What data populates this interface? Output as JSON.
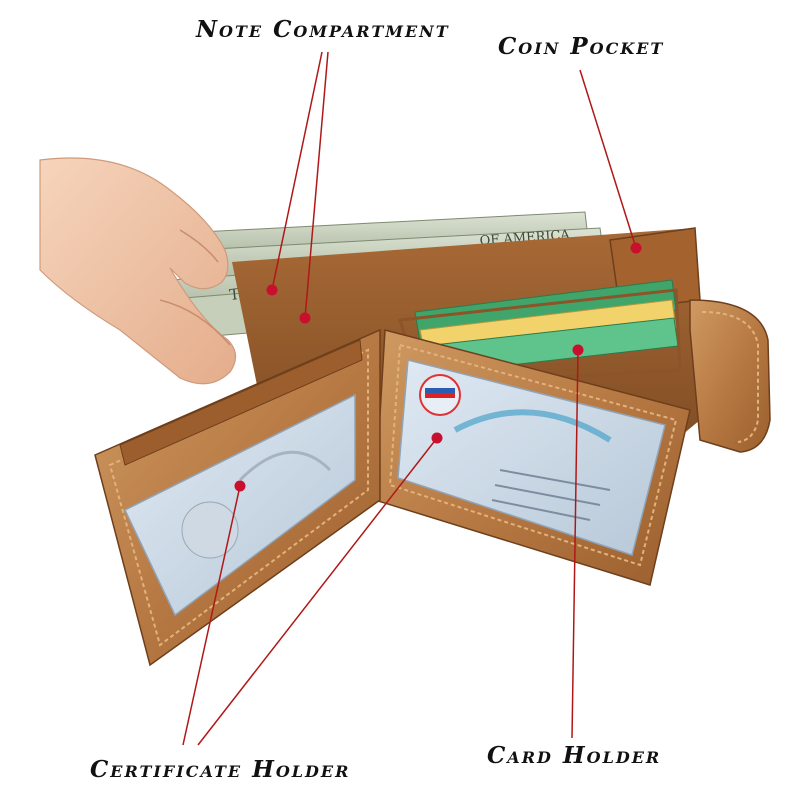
{
  "labels": {
    "note_compartment": "Note Compartment",
    "coin_pocket": "Coin Pocket",
    "certificate_holder": "Certificate Holder",
    "card_holder": "Card Holder"
  },
  "colors": {
    "leather": "#b87a44",
    "leather_dark": "#8c5428",
    "leather_light": "#cf9a62",
    "pointer_line": "#b01818",
    "pointer_dot": "#c8102e",
    "banknote": "#c9d3bf",
    "card_green": "#3fa56a",
    "card_yellow": "#f2d36b",
    "skin": "#f0c6a8"
  }
}
